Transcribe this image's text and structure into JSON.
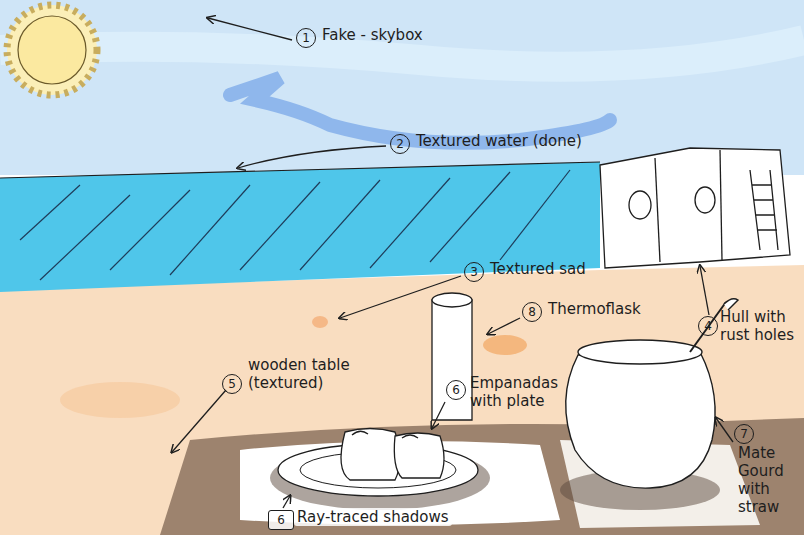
{
  "diagram": {
    "labels": [
      "1",
      "Fake - skybox",
      "2",
      "Textured water (done)",
      "3",
      "Textured sad",
      "8",
      "Thermoflask",
      "4",
      "Hull with rust holes",
      "5",
      "wooden table (textured)",
      "6",
      "Empanadas with plate",
      "7",
      "Mate Gourd with straw",
      "6",
      "Ray-traced shadows"
    ]
  }
}
